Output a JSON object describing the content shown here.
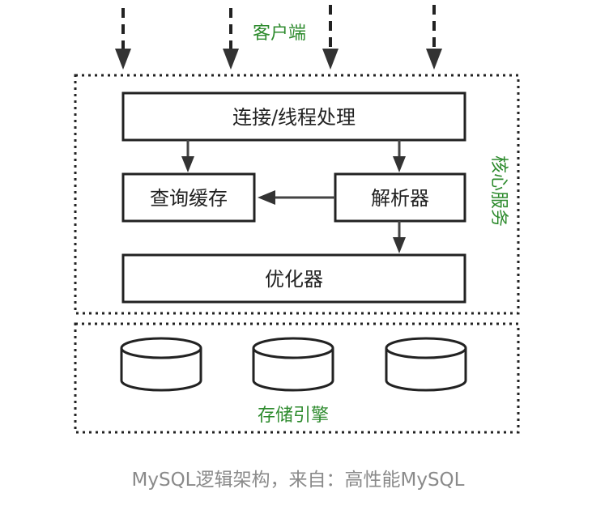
{
  "client": {
    "label": "客户端",
    "arrow_count": 4
  },
  "core_service": {
    "label": "核心服务",
    "connection": "连接/线程处理",
    "query_cache": "查询缓存",
    "parser": "解析器",
    "optimizer": "优化器"
  },
  "storage_engine": {
    "label": "存储引擎",
    "database_count": 3
  },
  "caption": "MySQL逻辑架构，来自：高性能MySQL",
  "colors": {
    "label_green": "#2e8b2e",
    "caption_gray": "#8a8a8a",
    "line": "#222222"
  }
}
